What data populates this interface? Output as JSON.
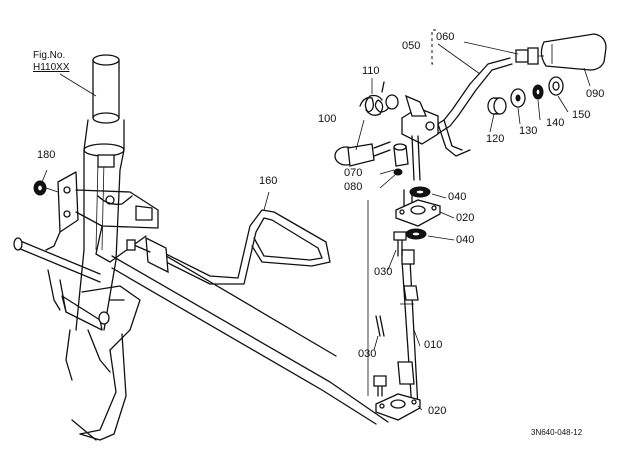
{
  "figure": {
    "label": "Fig.No.",
    "code": "H110XX"
  },
  "reference": "3N640-048-12",
  "callouts": {
    "c010": "010",
    "c020a": "020",
    "c020b": "020",
    "c030a": "030",
    "c030b": "030",
    "c040a": "040",
    "c040b": "040",
    "c050": "050",
    "c060": "060",
    "c070": "070",
    "c080": "080",
    "c090": "090",
    "c100": "100",
    "c110": "110",
    "c120": "120",
    "c130": "130",
    "c140": "140",
    "c150": "150",
    "c160": "160",
    "c180": "180"
  }
}
